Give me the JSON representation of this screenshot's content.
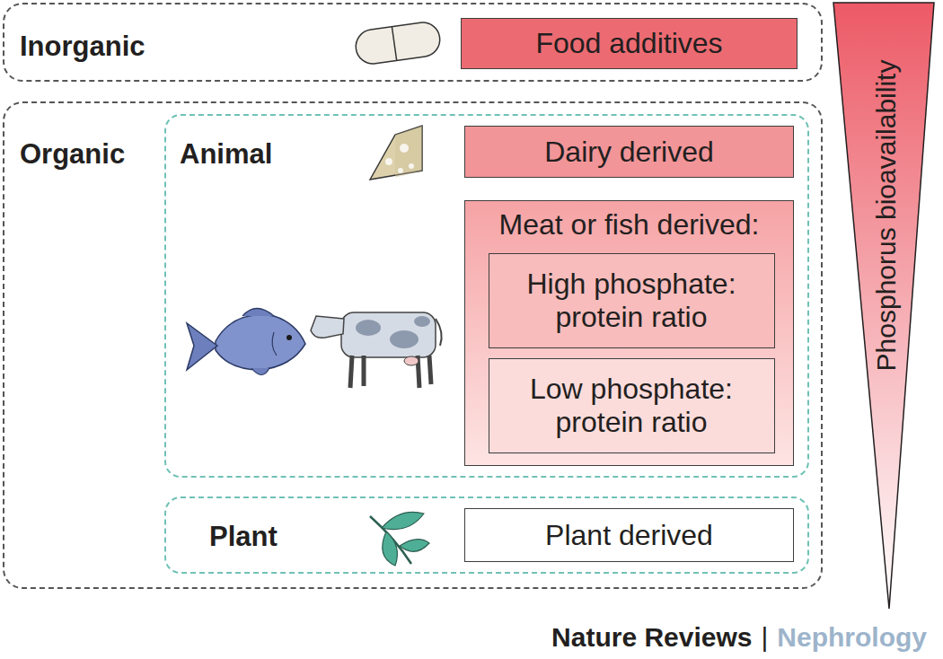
{
  "diagram": {
    "nodes": [
      {
        "text": [
          "Inorganic"
        ]
      },
      {
        "text": [
          "Food additives"
        ],
        "in": 0
      },
      {
        "text": [
          "Organic"
        ]
      },
      {
        "text": [
          "Animal"
        ],
        "in": 2
      },
      {
        "text": [
          "Dairy derived"
        ],
        "in": 3
      },
      {
        "text": [
          "Meat or fish derived:"
        ],
        "in": 3
      },
      {
        "text": [
          "High phosphate: protein ratio"
        ],
        "in": 5
      },
      {
        "text": [
          "Low phosphate: protein ratio"
        ],
        "in": 5
      },
      {
        "text": [
          "Plant"
        ],
        "in": 2
      },
      {
        "text": [
          "Plant derived"
        ],
        "in": 8
      },
      {
        "text": [
          "Phosphorus bioavailability"
        ]
      }
    ],
    "labels": [
      "Nature Reviews",
      "|",
      "Nephrology"
    ]
  }
}
